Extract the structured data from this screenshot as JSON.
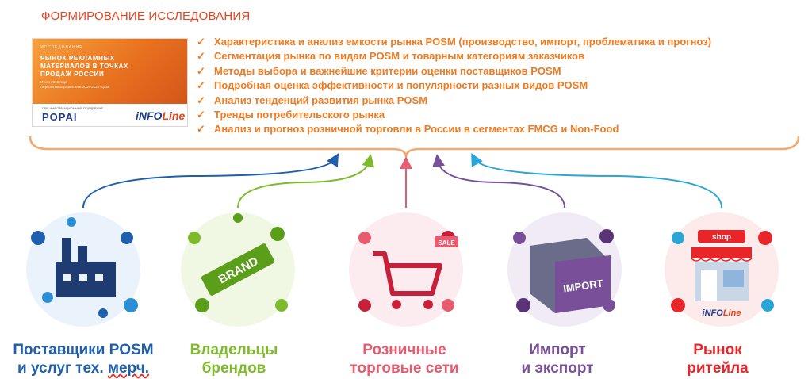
{
  "title": "ФОРМИРОВАНИЕ ИССЛЕДОВАНИЯ",
  "cover": {
    "pre": "ИССЛЕДОВАНИЕ",
    "heading": "РЫНОК РЕКЛАМНЫХ МАТЕРИАЛОВ В ТОЧКАХ ПРОДАЖ РОССИИ",
    "sub_line1": "Итоги 2016 года",
    "sub_line2": "Перспективы развития в 2019-2020 годах",
    "popai_label": "ПРИ ИНФОРМАЦИОННОЙ ПОДДЕРЖКЕ",
    "popai_logo": "POPAI",
    "infoline_logo_a": "iNFO",
    "infoline_logo_b": "Line"
  },
  "checklist": [
    "Характеристика и анализ емкости рынка POSM (производство,  импорт, проблематика и прогноз)",
    "Сегментация рынка по видам POSM и товарным  категориям заказчиков",
    "Методы выбора и важнейшие критерии оценки поставщиков POSM",
    "Подробная оценка эффективности и популярности разных видов POSM",
    "Анализ тенденций развития рынка POSM",
    "Тренды потребительского рынка",
    "Анализ и прогноз  розничной  торговли в России в сегментах FMCG и Non-Food"
  ],
  "segments": [
    {
      "line1": "Поставщики POSM",
      "line2a": "и услуг тех. ",
      "line2b": "мерч.",
      "color": "#1e5fae"
    },
    {
      "line1": "Владельцы",
      "line2": "брендов",
      "color": "#7dbb2b",
      "badge": "BRAND"
    },
    {
      "line1": "Розничные",
      "line2": "торговые сети",
      "color": "#e85a6e",
      "badge": "SALE"
    },
    {
      "line1": "Импорт",
      "line2": "и экспорт",
      "color": "#7a4f9a",
      "badge": "IMPORT"
    },
    {
      "line1": "Рынок",
      "line2": "ритейла",
      "color": "#e8262a",
      "badge_shop": "shop",
      "badge_a": "iNFO",
      "badge_b": "Line"
    }
  ],
  "colors": {
    "accent": "#f07b21",
    "title": "#e8421e",
    "blue": "#1e5fae",
    "green": "#7dbb2b",
    "pink": "#e85a6e",
    "purple": "#7a4f9a",
    "red": "#e8262a",
    "orange_line": "#f3a86c"
  }
}
